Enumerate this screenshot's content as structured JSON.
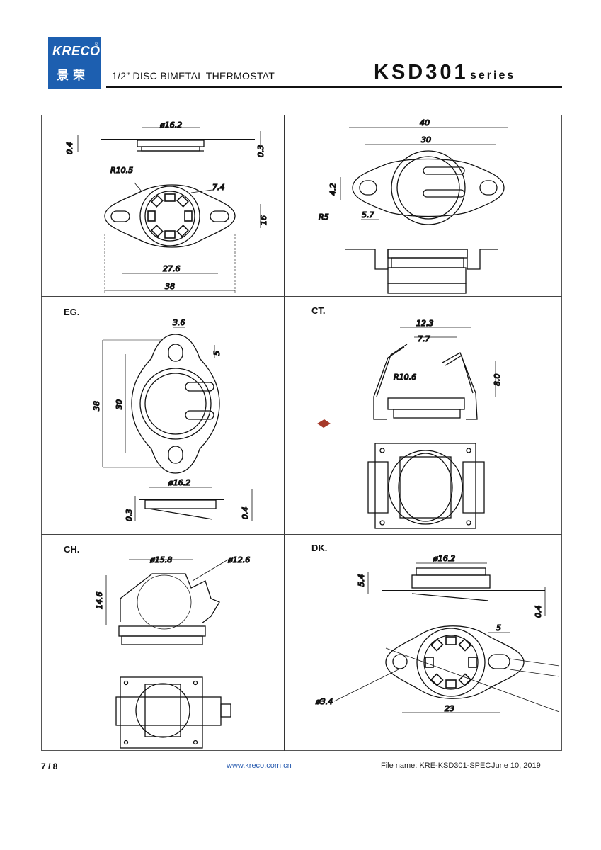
{
  "header": {
    "logo_text": "KRECO",
    "logo_cn": "景荣",
    "subtitle": "1/2” DISC BIMETAL THERMOSTAT",
    "model": "KSD301",
    "series": "series"
  },
  "panels": {
    "eg": "EG.",
    "ct": "CT.",
    "ch": "CH.",
    "dk": "DK."
  },
  "dims": {
    "tl_d": "ø16.2",
    "tl_04": "0.4",
    "tl_03": "0.3",
    "tl_r": "R10.5",
    "tl_74": "7.4",
    "tl_16": "16",
    "tl_276": "27.6",
    "tl_38": "38",
    "tr_40": "40",
    "tr_30": "30",
    "tr_42": "4.2",
    "tr_r5": "R5",
    "tr_57": "5.7",
    "eg_36": "3.6",
    "eg_5": "5",
    "eg_38": "38",
    "eg_30": "30",
    "eg_d": "ø16.2",
    "eg_03": "0.3",
    "eg_04": "0.4",
    "ct_123": "12.3",
    "ct_77": "7.7",
    "ct_80": "8.0",
    "ct_r": "R10.6",
    "ch_158": "ø15.8",
    "ch_126": "ø12.6",
    "ch_146": "14.6",
    "dk_d": "ø16.2",
    "dk_54": "5.4",
    "dk_04": "0.4",
    "dk_5": "5",
    "dk_34": "ø3.4",
    "dk_23": "23"
  },
  "footer": {
    "page": "7 / 8",
    "url": "www.kreco.com.cn",
    "file": "File name: KRE-KSD301-SPEC",
    "date": "June 10, 2019"
  }
}
